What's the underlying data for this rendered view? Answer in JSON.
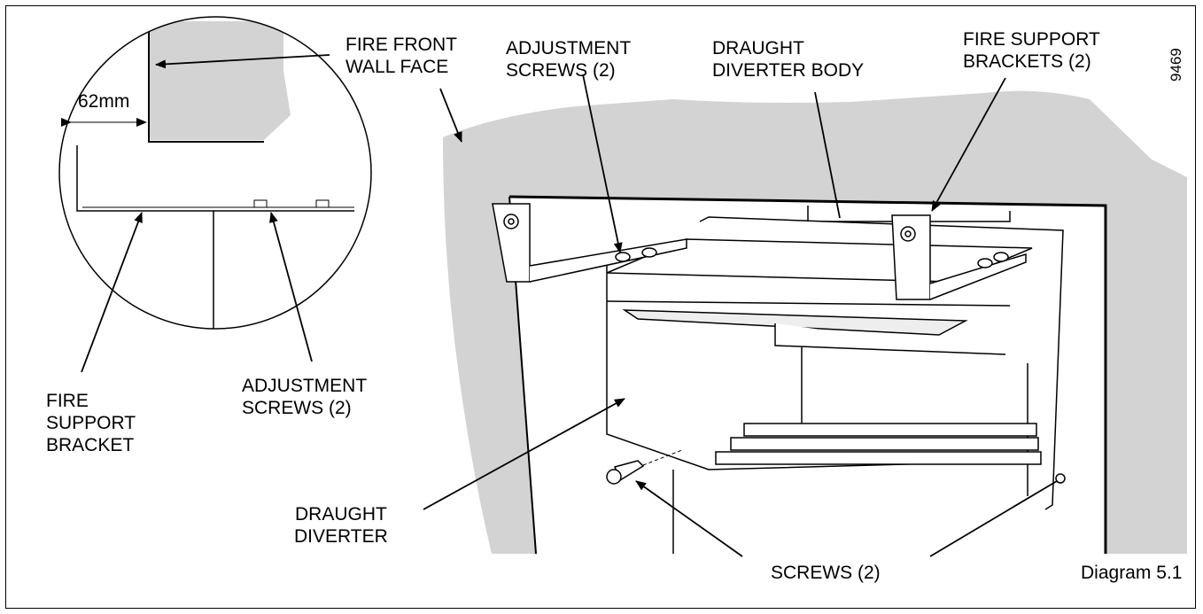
{
  "diagram": {
    "ref_number": "9469",
    "caption": "Diagram  5.1",
    "detail_dimension": "62mm",
    "labels": {
      "fire_front_wall_face": "FIRE FRONT\nWALL FACE",
      "adjustment_screws_top": "ADJUSTMENT\nSCREWS (2)",
      "draught_diverter_body": "DRAUGHT\nDIVERTER BODY",
      "fire_support_brackets": "FIRE SUPPORT\nBRACKETS (2)",
      "fire_support_bracket": "FIRE\nSUPPORT\nBRACKET",
      "adjustment_screws_detail": "ADJUSTMENT\nSCREWS (2)",
      "draught_diverter": "DRAUGHT\nDIVERTER",
      "screws": "SCREWS (2)"
    }
  }
}
